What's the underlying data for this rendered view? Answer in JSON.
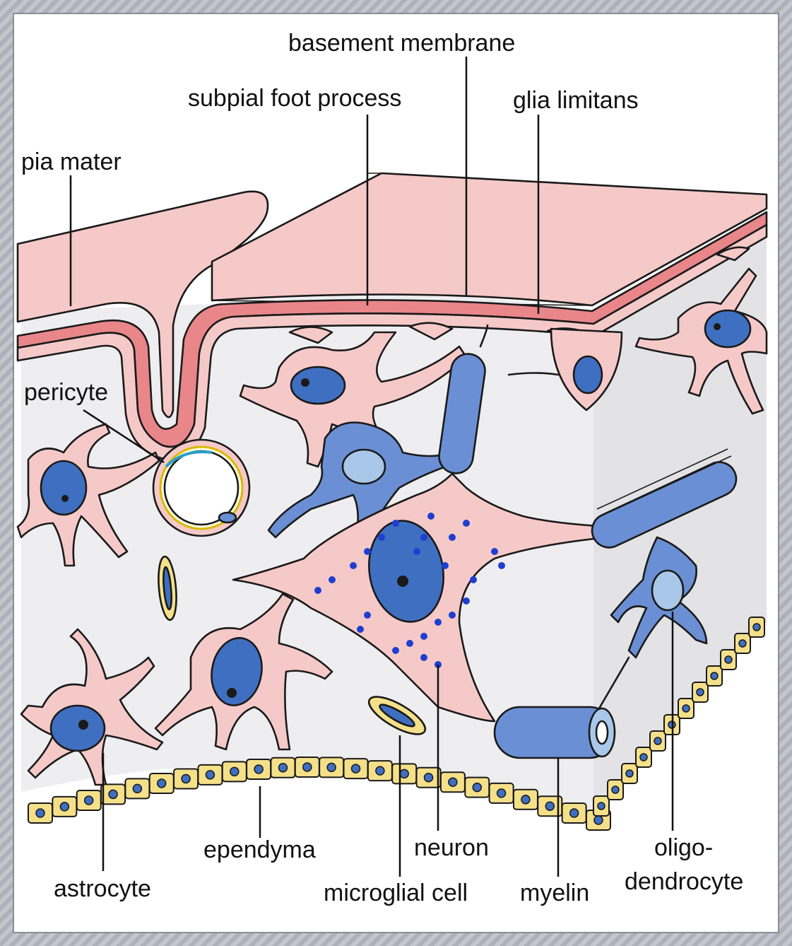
{
  "labels": {
    "basement_membrane": "basement membrane",
    "subpial_foot_process": "subpial foot process",
    "glia_limitans": "glia limitans",
    "pia_mater": "pia mater",
    "pericyte": "pericyte",
    "ependyma": "ependyma",
    "neuron": "neuron",
    "oligo_line1": "oligo-",
    "oligo_line2": "dendrocyte",
    "astrocyte": "astrocyte",
    "microglial_cell": "microglial cell",
    "myelin": "myelin"
  },
  "colors": {
    "pia": "#f6c9c9",
    "basement_band": "#e9868a",
    "astrocyte": "#f6c9c9",
    "oligodendrocyte": "#6a8fd4",
    "nucleus": "#3f6fc0",
    "ependyma": "#f5e08a",
    "background": "#ffffff"
  }
}
